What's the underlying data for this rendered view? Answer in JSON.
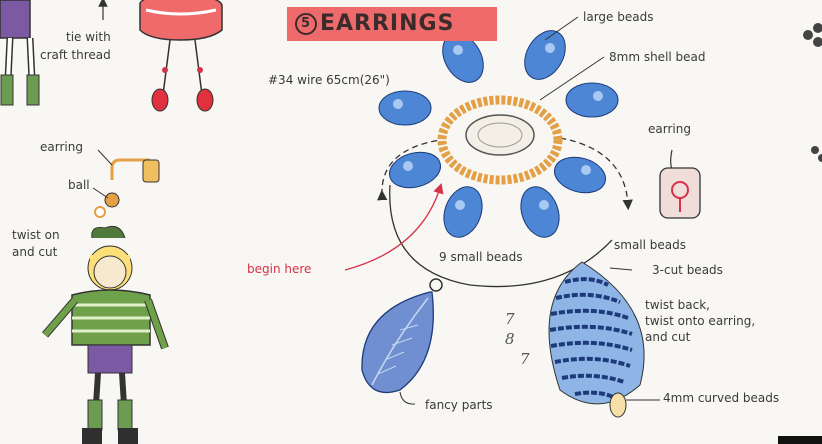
{
  "title": {
    "number": "5",
    "text": "EARRINGS"
  },
  "labels": {
    "tie_with": "tie with",
    "craft_thread": "craft thread",
    "earring_left": "earring",
    "ball": "ball",
    "twist_on": "twist on",
    "and_cut": "and cut",
    "large_beads": "large beads",
    "shell_bead": "8mm shell bead",
    "wire": "#34 wire 65cm(26\")",
    "earring_right": "earring",
    "begin_here": "begin here",
    "small_beads_9": "9 small beads",
    "small_beads": "small beads",
    "three_cut": "3-cut beads",
    "twist_back": "twist back,",
    "twist_onto": "twist onto earring,",
    "and_cut2": "and cut",
    "fancy_parts": "fancy parts",
    "curved_beads": "4mm curved beads"
  },
  "row_counts": [
    "7",
    "8",
    "7"
  ],
  "colors": {
    "title_bg": "#ef6b6b",
    "blue_bead": "#4c86d4",
    "gold_bead": "#e3a046",
    "red_accent": "#d6324a",
    "leaf": "#6f8fd0",
    "line": "#3a3a3a"
  }
}
